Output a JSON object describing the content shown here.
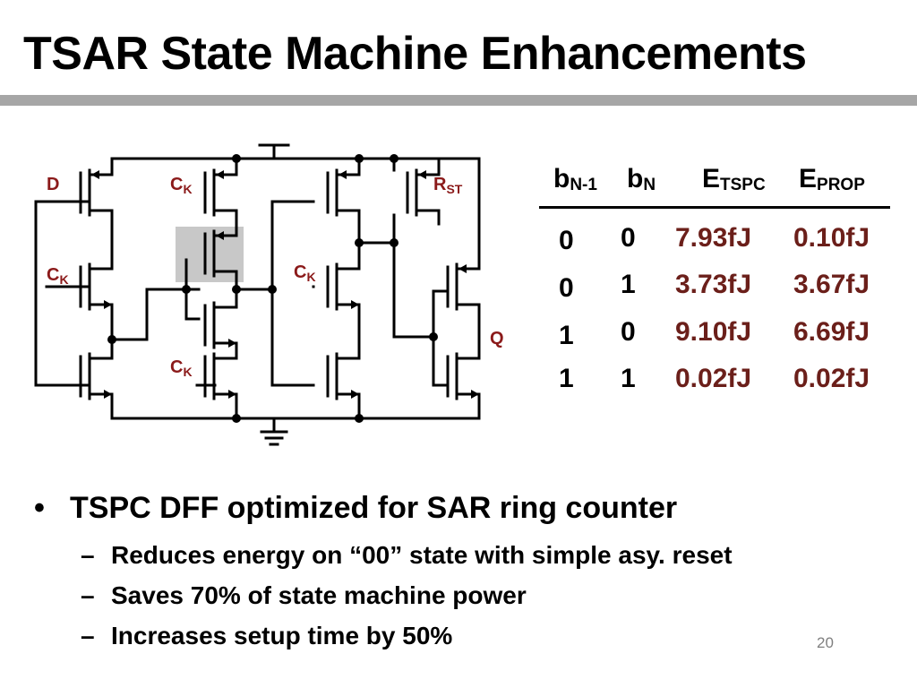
{
  "slide": {
    "title": "TSAR State Machine Enhancements",
    "page_number": "20"
  },
  "circuit": {
    "labels": {
      "d": "D",
      "ck": "C",
      "ck_sub": "K",
      "rst": "R",
      "rst_sub": "ST",
      "q": "Q"
    },
    "label_color": "#8b1a1a",
    "highlight_color": "#c8c8c8"
  },
  "table": {
    "headers": [
      {
        "main": "b",
        "sub": "N-1"
      },
      {
        "main": "b",
        "sub": "N"
      },
      {
        "main": "E",
        "sub": "TSPC"
      },
      {
        "main": "E",
        "sub": "PROP"
      }
    ],
    "rows": [
      [
        "0",
        "0",
        "7.93fJ",
        "0.10fJ"
      ],
      [
        "0",
        "1",
        "3.73fJ",
        "3.67fJ"
      ],
      [
        "1",
        "0",
        "9.10fJ",
        "6.69fJ"
      ],
      [
        "1",
        "1",
        "0.02fJ",
        "0.02fJ"
      ]
    ],
    "energy_color": "#6b1f1a"
  },
  "bullets": {
    "marker": "•",
    "dash": "–",
    "main": "TSPC DFF optimized for SAR ring counter",
    "subs": [
      "Reduces energy on “00” state with simple asy. reset",
      "Saves 70% of state machine power",
      "Increases setup time by 50%"
    ]
  }
}
